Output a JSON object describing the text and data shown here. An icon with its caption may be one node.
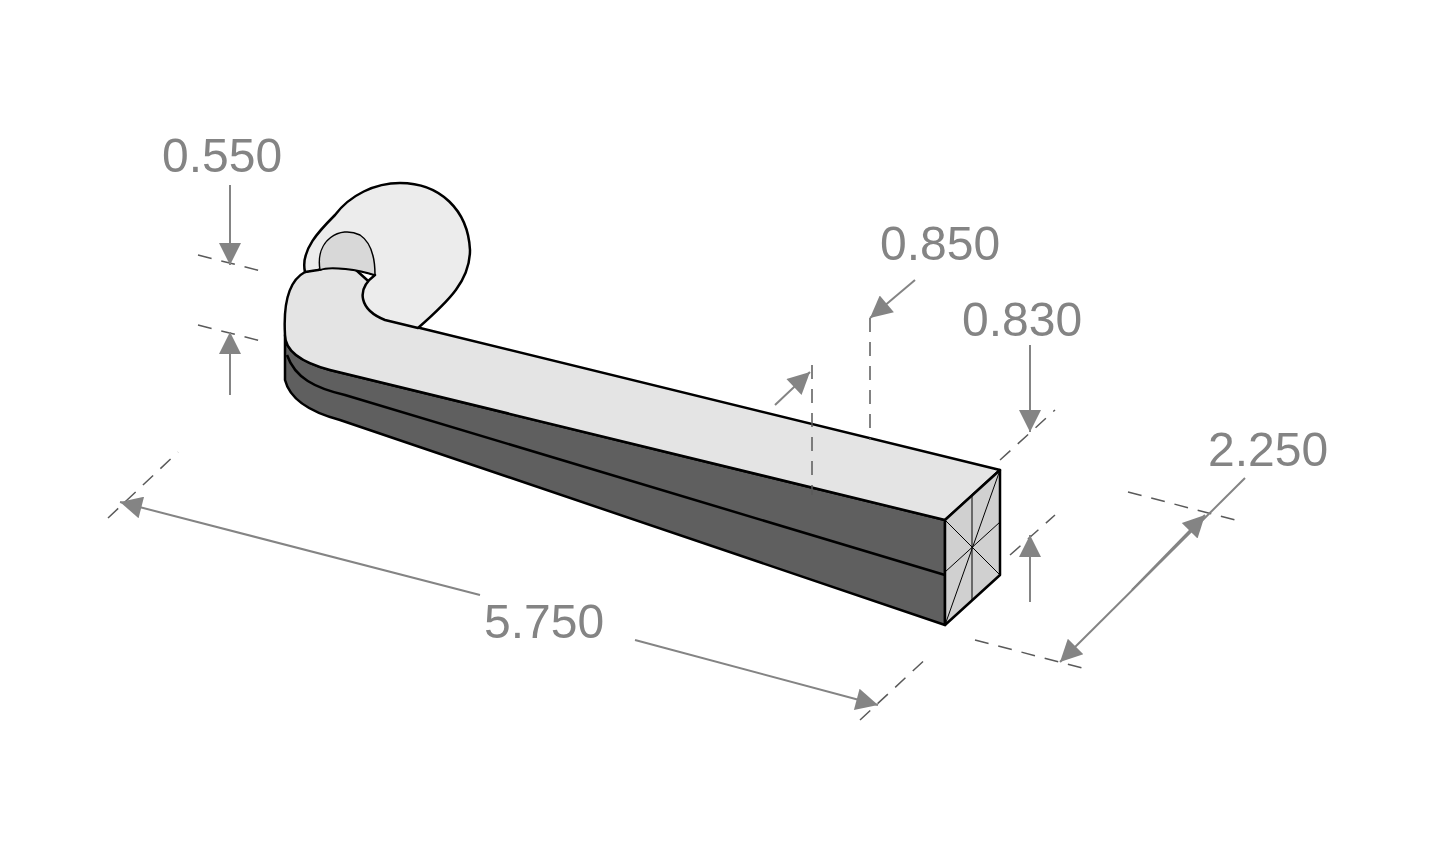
{
  "diagram": {
    "labels": [
      "0.550",
      "0.850",
      "0.830",
      "2.250",
      "5.750"
    ]
  }
}
